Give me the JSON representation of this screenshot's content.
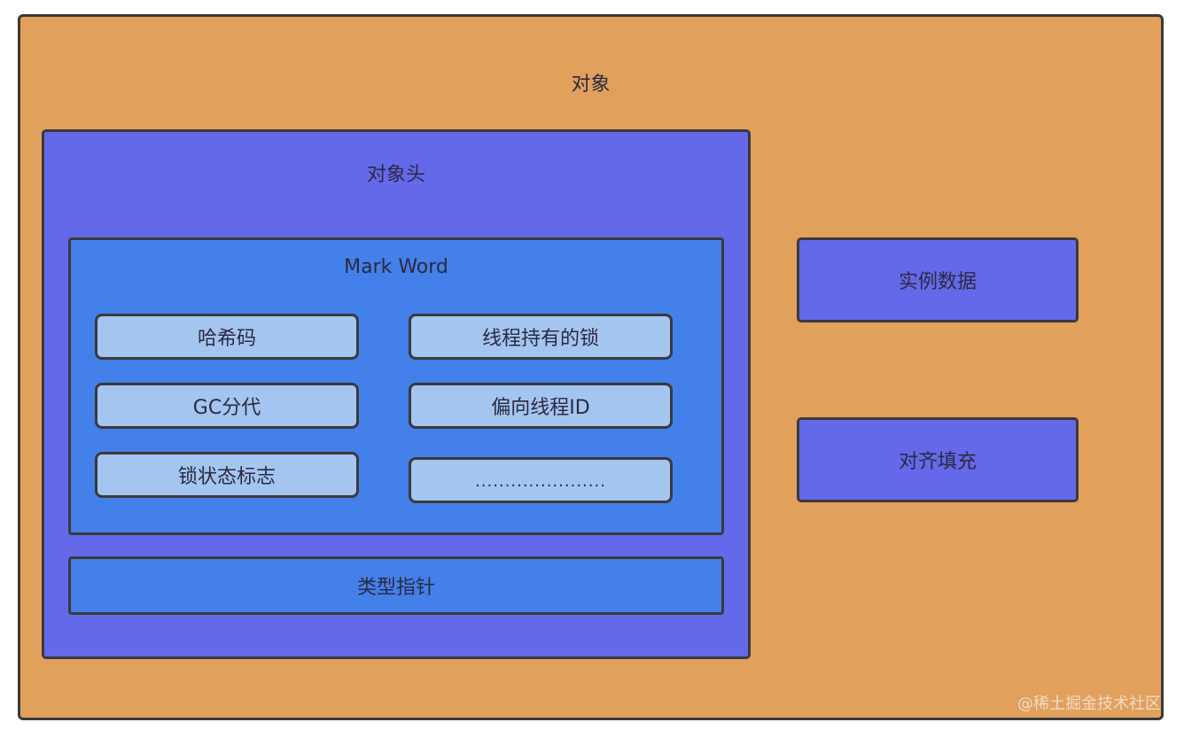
{
  "diagram": {
    "object": {
      "title": "对象"
    },
    "object_header": {
      "title": "对象头",
      "mark_word": {
        "title": "Mark Word",
        "fields": [
          "哈希码",
          "线程持有的锁",
          "GC分代",
          "偏向线程ID",
          "锁状态标志",
          "......................"
        ]
      },
      "klass_pointer": "类型指针"
    },
    "instance_data": "实例数据",
    "padding": "对齐填充"
  },
  "watermark": "@稀土掘金技术社区",
  "colors": {
    "object_bg": "#e2a05d",
    "header_bg": "#6469ea",
    "markword_bg": "#4480e9",
    "field_bg": "#a5c5f1",
    "border": "#3a3a3a"
  }
}
